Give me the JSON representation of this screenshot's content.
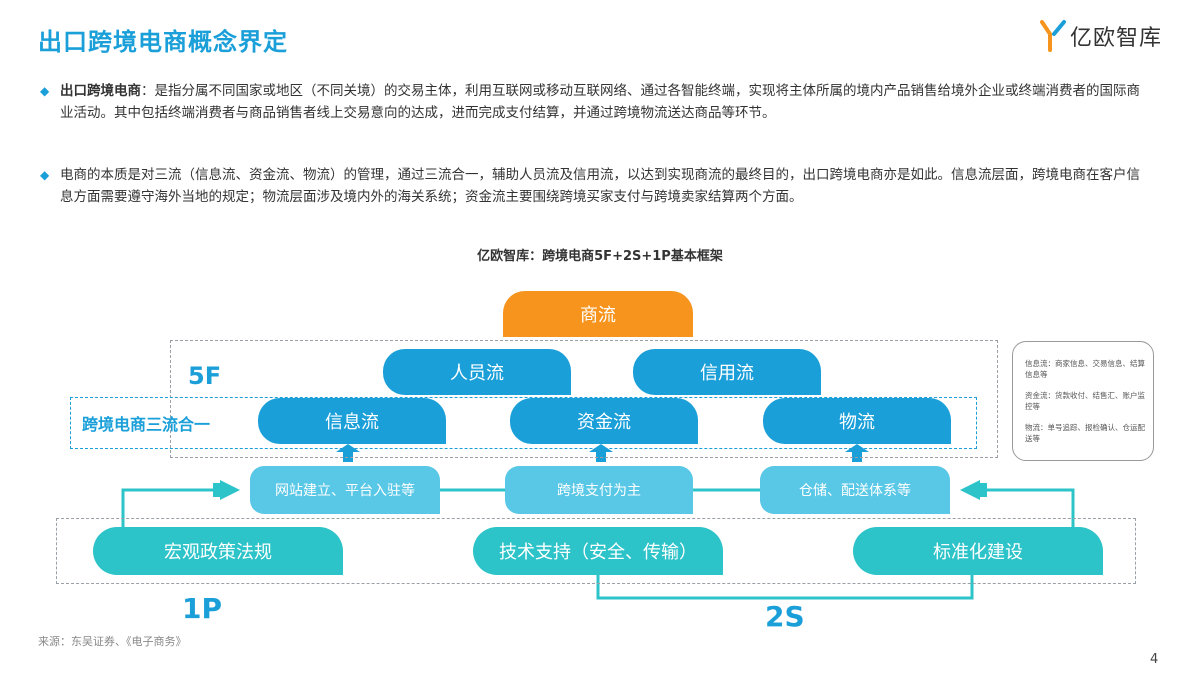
{
  "header": {
    "title": "出口跨境电商概念界定",
    "logo_text": "亿欧智库"
  },
  "bullets": [
    {
      "bold": "出口跨境电商",
      "text": "：是指分属不同国家或地区（不同关境）的交易主体，利用互联网或移动互联网络、通过各智能终端，实现将主体所属的境内产品销售给境外企业或终端消费者的国际商业活动。其中包括终端消费者与商品销售者线上交易意向的达成，进而完成支付结算，并通过跨境物流送达商品等环节。"
    },
    {
      "bold": "",
      "text": "电商的本质是对三流（信息流、资金流、物流）的管理，通过三流合一，辅助人员流及信用流，以达到实现商流的最终目的，出口跨境电商亦是如此。信息流层面，跨境电商在客户信息方面需要遵守海外当地的规定；物流层面涉及境内外的海关系统；资金流主要围绕跨境买家支付与跨境卖家结算两个方面。"
    }
  ],
  "diagram": {
    "title": "亿欧智库：跨境电商5F+2S+1P基本框架",
    "top": "商流",
    "tier2": [
      "人员流",
      "信用流"
    ],
    "tier3": [
      "信息流",
      "资金流",
      "物流"
    ],
    "tier4": [
      "网站建立、平台入驻等",
      "跨境支付为主",
      "仓储、配送体系等"
    ],
    "tier5": [
      "宏观政策法规",
      "技术支持（安全、传输）",
      "标准化建设"
    ],
    "label_5f": "5F",
    "label_sanliu": "跨境电商三流合一",
    "label_1p": "1P",
    "label_2s": "2S",
    "notes": [
      "信息流：商家信息、交易信息、结算信息等",
      "资金流：货款收付、结售汇、账户监控等",
      "物流：单号追踪、报检确认、仓运配送等"
    ]
  },
  "footer": {
    "source": "来源：东吴证券、《电子商务》",
    "page": "4"
  },
  "colors": {
    "primary": "#1a9fd9",
    "orange": "#f7941d",
    "light_blue": "#59c7e6",
    "teal": "#2cc3c9"
  }
}
